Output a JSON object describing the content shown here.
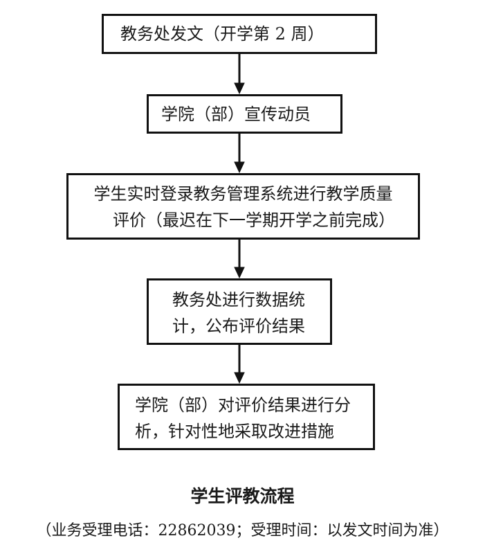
{
  "flowchart": {
    "steps": [
      {
        "lines": [
          "教务处发文（开学第 2 周）"
        ]
      },
      {
        "lines": [
          "学院（部）宣传动员"
        ]
      },
      {
        "lines": [
          "学生实时登录教务管理系统进行教学质量",
          "评价（最迟在下一学期开学之前完成）"
        ]
      },
      {
        "lines": [
          "教务处进行数据统",
          "计，公布评价结果"
        ]
      },
      {
        "lines": [
          "学院（部）对评价结果进行分",
          "析，针对性地采取改进措施"
        ]
      }
    ]
  },
  "caption": {
    "title": "学生评教流程",
    "subtitle": "（业务受理电话：22862039；受理时间：以发文时间为准）"
  }
}
